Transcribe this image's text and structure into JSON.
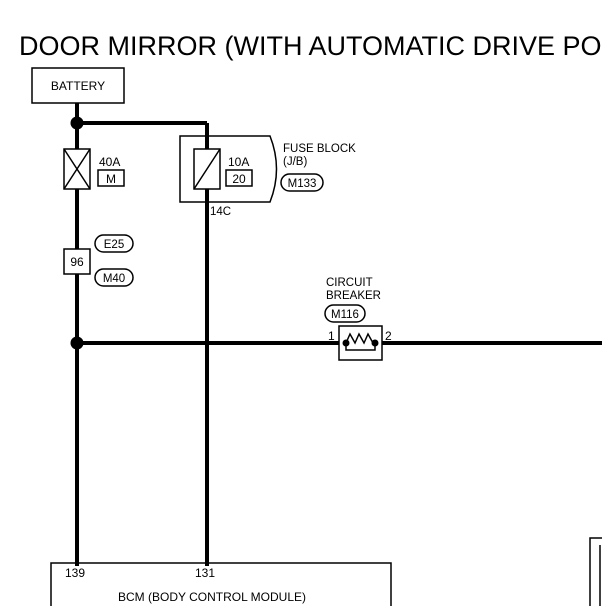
{
  "title": "DOOR MIRROR (WITH AUTOMATIC DRIVE PO",
  "battery": {
    "label": "BATTERY"
  },
  "fuse_main": {
    "rating": "40A",
    "code": "M"
  },
  "fuse_block": {
    "name_line1": "FUSE BLOCK",
    "name_line2": "(J/B)",
    "connector": "M133",
    "rating": "10A",
    "number": "20",
    "terminal": "14C"
  },
  "joint_connector": {
    "terminal": "96",
    "connectors": [
      "E25",
      "M40"
    ]
  },
  "circuit_breaker": {
    "name_line1": "CIRCUIT",
    "name_line2": "BREAKER",
    "connector": "M116",
    "pin_left": "1",
    "pin_right": "2"
  },
  "bcm": {
    "label": "BCM (BODY CONTROL MODULE)",
    "pin_left": "139",
    "pin_right": "131"
  }
}
